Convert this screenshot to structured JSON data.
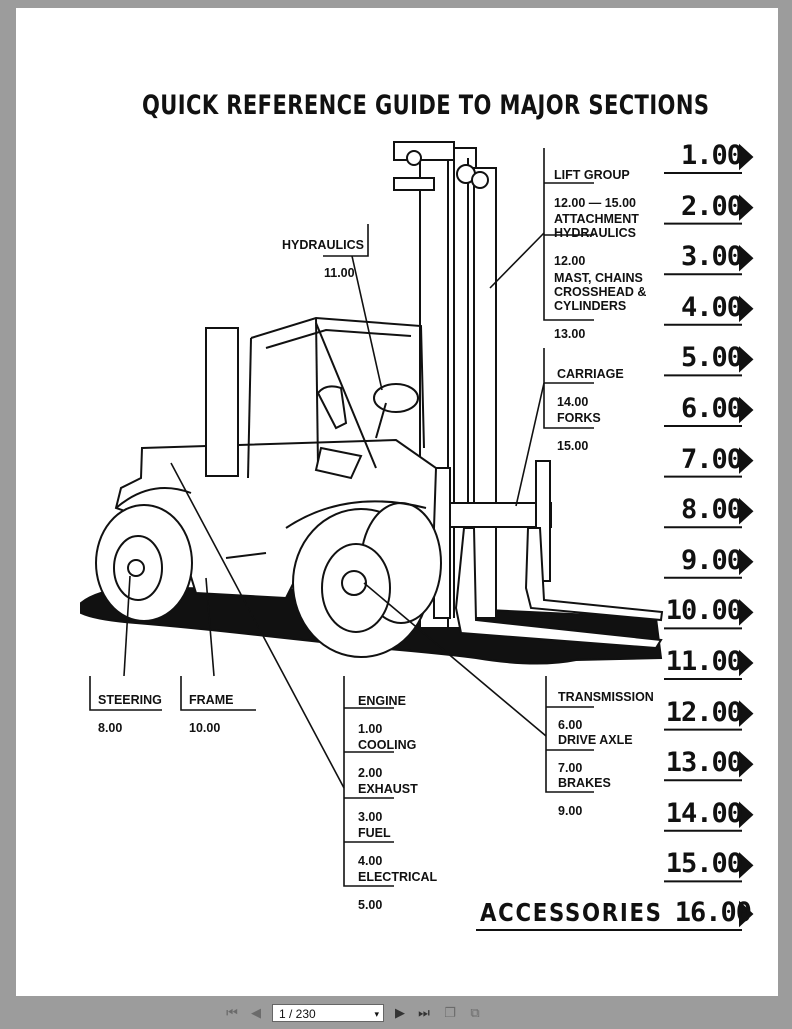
{
  "title": "QUICK REFERENCE GUIDE TO MAJOR SECTIONS",
  "callouts": {
    "hydraulics": {
      "name": "HYDRAULICS",
      "num": "11.00"
    },
    "lift_group": {
      "name": "LIFT GROUP",
      "num": "12.00 — 15.00"
    },
    "attachment": {
      "name": "ATTACHMENT\nHYDRAULICS",
      "num": "12.00"
    },
    "mast": {
      "name": "MAST, CHAINS\nCROSSHEAD &\nCYLINDERS",
      "num": "13.00"
    },
    "carriage": {
      "name": "CARRIAGE",
      "num": "14.00"
    },
    "forks": {
      "name": "FORKS",
      "num": "15.00"
    },
    "steering": {
      "name": "STEERING",
      "num": "8.00"
    },
    "frame": {
      "name": "FRAME",
      "num": "10.00"
    },
    "engine": {
      "name": "ENGINE",
      "num": "1.00"
    },
    "cooling": {
      "name": "COOLING",
      "num": "2.00"
    },
    "exhaust": {
      "name": "EXHAUST",
      "num": "3.00"
    },
    "fuel": {
      "name": "FUEL",
      "num": "4.00"
    },
    "electrical": {
      "name": "ELECTRICAL",
      "num": "5.00"
    },
    "transmission": {
      "name": "TRANSMISSION",
      "num": "6.00"
    },
    "drive_axle": {
      "name": "DRIVE AXLE",
      "num": "7.00"
    },
    "brakes": {
      "name": "BRAKES",
      "num": "9.00"
    }
  },
  "sections": [
    "1.00",
    "2.00",
    "3.00",
    "4.00",
    "5.00",
    "6.00",
    "7.00",
    "8.00",
    "9.00",
    "10.00",
    "11.00",
    "12.00",
    "13.00",
    "14.00",
    "15.00"
  ],
  "accessories": {
    "label": "ACCESSORIES",
    "num": "16.00"
  },
  "viewer": {
    "page_field": "1 / 230"
  }
}
